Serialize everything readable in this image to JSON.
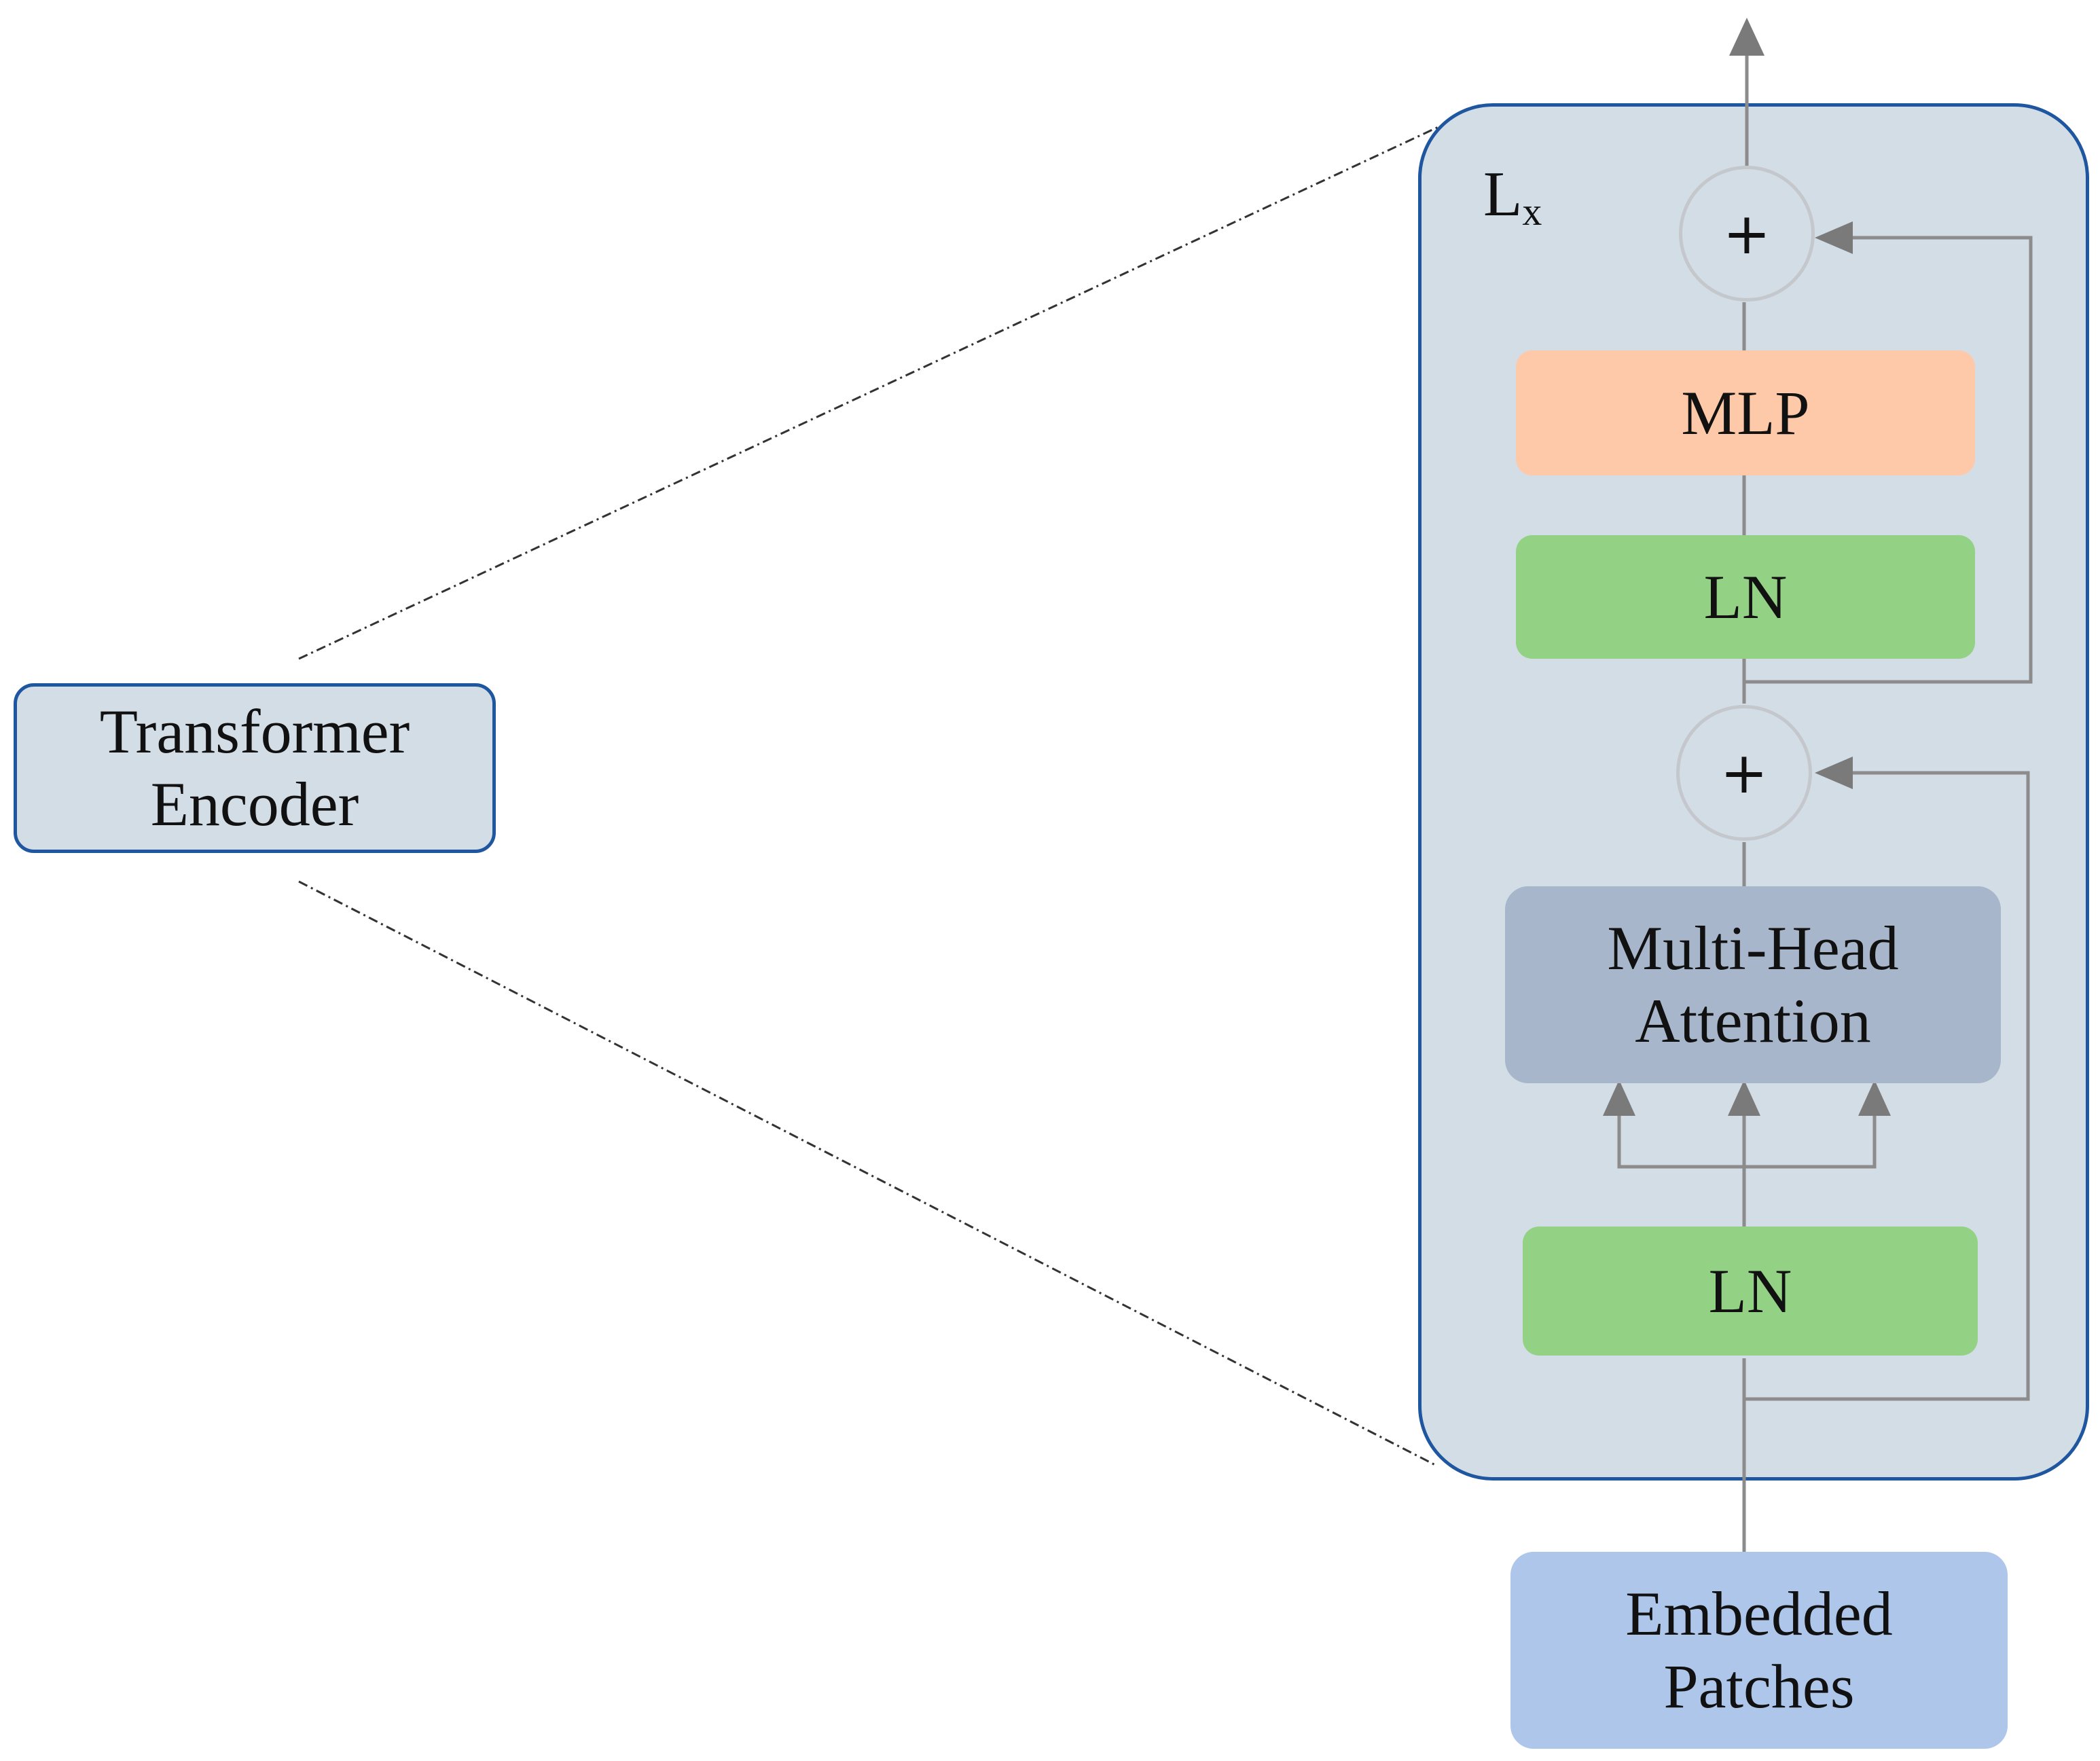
{
  "encoder_box": {
    "line1": "Transformer",
    "line2": "Encoder"
  },
  "block_label": {
    "main": "L",
    "sub": "x"
  },
  "add_top": {
    "symbol": "+"
  },
  "mlp": {
    "label": "MLP"
  },
  "ln_top": {
    "label": "LN"
  },
  "add_bottom": {
    "symbol": "+"
  },
  "attention": {
    "line1": "Multi-Head",
    "line2": "Attention"
  },
  "ln_bottom": {
    "label": "LN"
  },
  "input": {
    "line1": "Embedded",
    "line2": "Patches"
  },
  "colors": {
    "frame_border": "#1f56a0",
    "frame_fill": "#d3dde6",
    "encoder_fill": "#d3dde6",
    "mlp_fill": "#fdc9a8",
    "ln_fill": "#93d184",
    "attention_fill": "#a8b6cb",
    "input_fill": "#adc6ea",
    "connector": "#8c8c8c"
  }
}
